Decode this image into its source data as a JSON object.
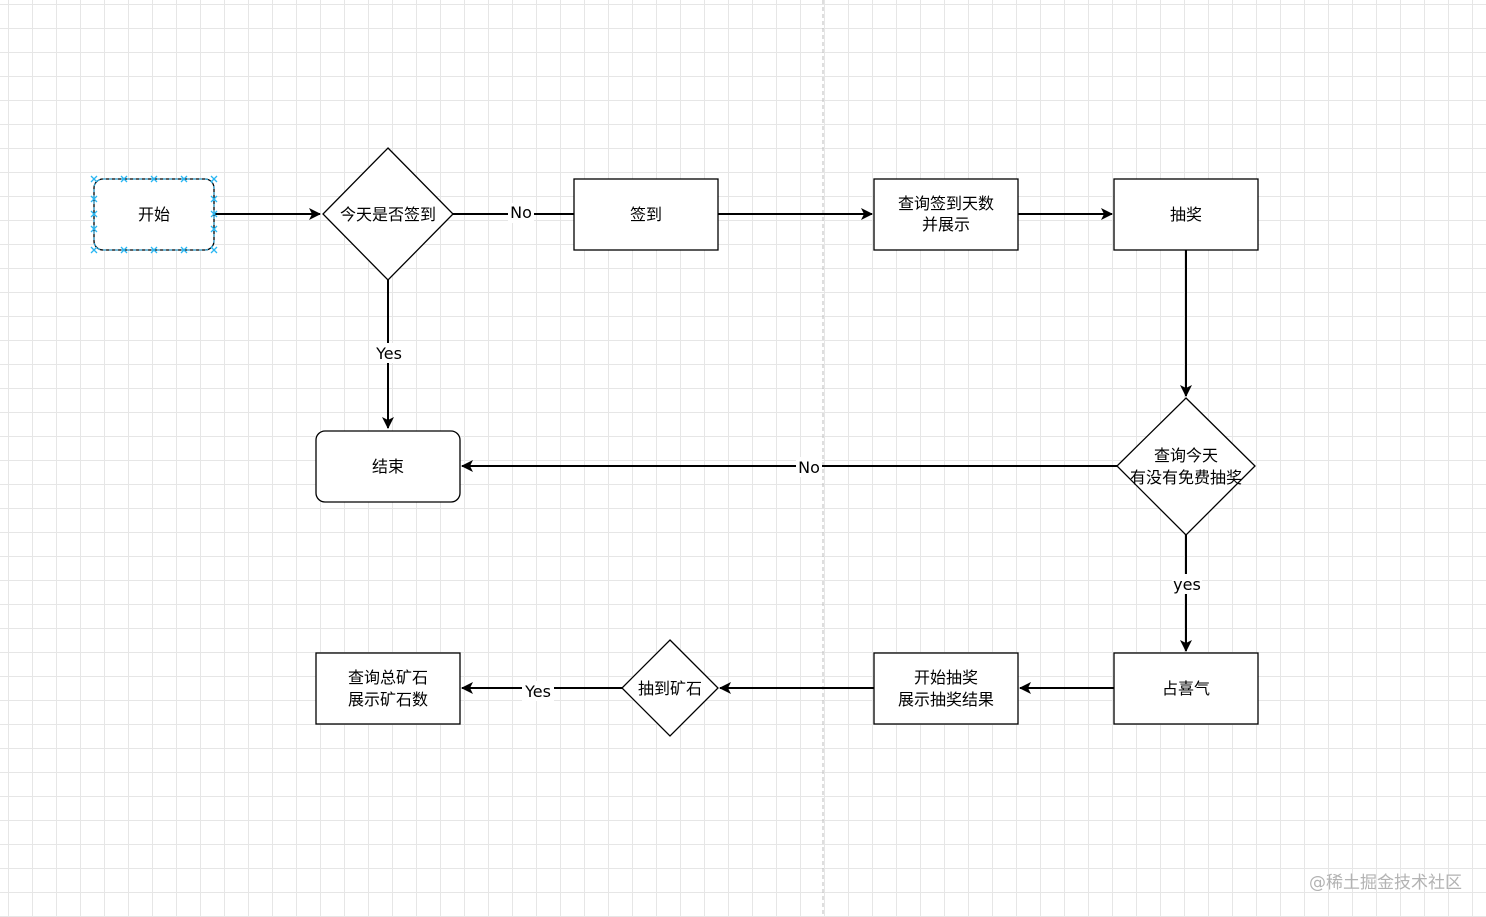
{
  "diagram": {
    "nodes": {
      "start": "开始",
      "check_signin_today": "今天是否签到",
      "sign_in": "签到",
      "show_signin_days": [
        "查询签到天数",
        "并展示"
      ],
      "lottery": "抽奖",
      "check_free_lottery": [
        "查询今天",
        "有没有免费抽奖"
      ],
      "end": "结束",
      "good_luck": "占喜气",
      "start_lottery": [
        "开始抽奖",
        "展示抽奖结果"
      ],
      "got_ore": "抽到矿石",
      "show_total_ore": [
        "查询总矿石",
        "展示矿石数"
      ]
    },
    "edges": {
      "no_1": "No",
      "yes_1": "Yes",
      "no_2": "No",
      "yes_2": "yes",
      "yes_3": "Yes"
    }
  },
  "watermark": "@稀土掘金技术社区",
  "colors": {
    "stroke": "#000000",
    "selection_handle": "#29b6f2",
    "guide_line": "#bdbdbd"
  }
}
